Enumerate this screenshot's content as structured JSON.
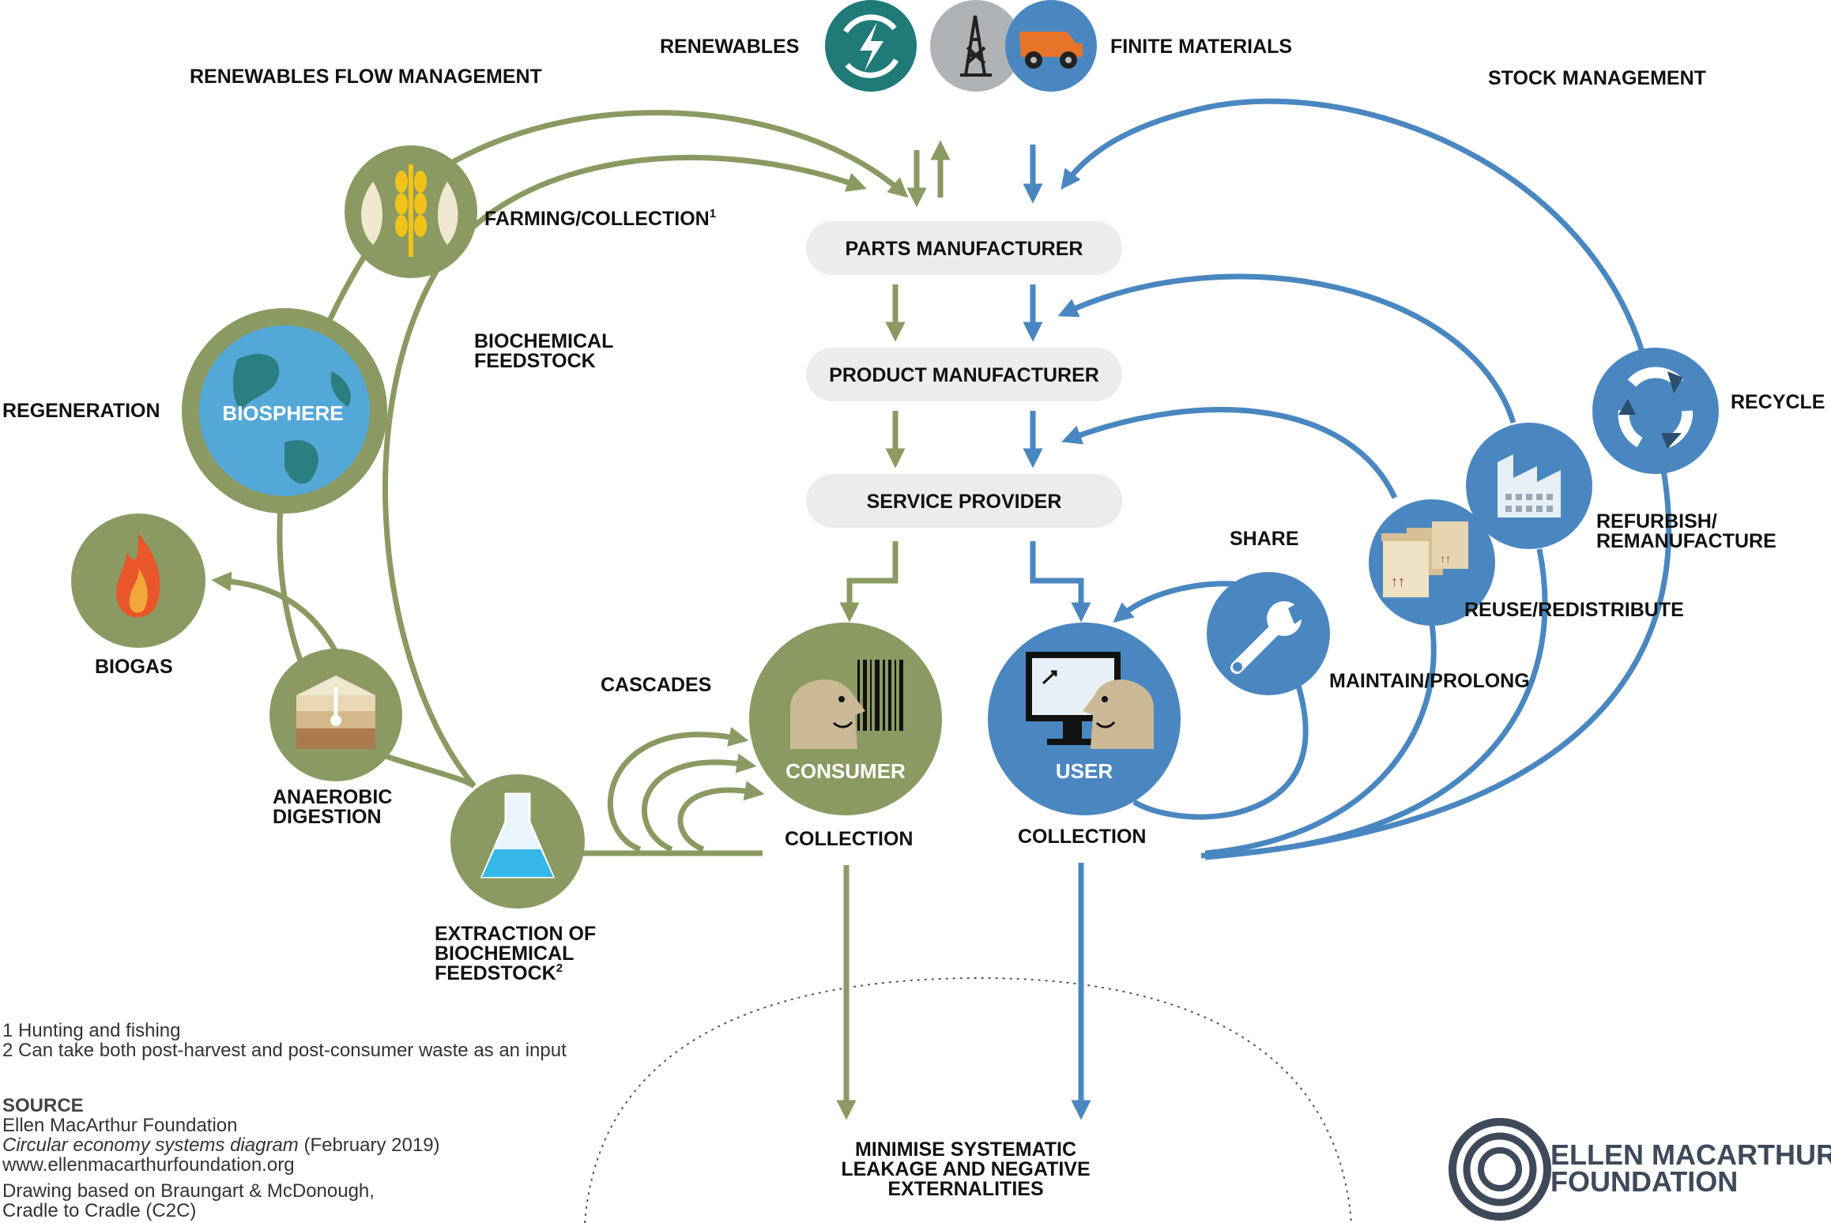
{
  "diagram": {
    "top": {
      "renewables": "RENEWABLES",
      "finite_materials": "FINITE MATERIALS",
      "renewables_flow_management": "RENEWABLES FLOW MANAGEMENT",
      "stock_management": "STOCK MANAGEMENT"
    },
    "chain": {
      "parts_manufacturer": "PARTS MANUFACTURER",
      "product_manufacturer": "PRODUCT MANUFACTURER",
      "service_provider": "SERVICE PROVIDER"
    },
    "biological": {
      "farming_collection": "FARMING/COLLECTION",
      "farming_note_mark": "1",
      "biochemical_feedstock_line1": "BIOCHEMICAL",
      "biochemical_feedstock_line2": "FEEDSTOCK",
      "regeneration": "REGENERATION",
      "biosphere": "BIOSPHERE",
      "biogas": "BIOGAS",
      "anaerobic_line1": "ANAEROBIC",
      "anaerobic_line2": "DIGESTION",
      "extraction_line1": "EXTRACTION OF",
      "extraction_line2": "BIOCHEMICAL",
      "extraction_line3": "FEEDSTOCK",
      "extraction_note_mark": "2",
      "cascades": "CASCADES",
      "consumer": "CONSUMER",
      "consumer_collection": "COLLECTION"
    },
    "technical": {
      "user": "USER",
      "user_collection": "COLLECTION",
      "share": "SHARE",
      "maintain_prolong": "MAINTAIN/PROLONG",
      "reuse_redistribute": "REUSE/REDISTRIBUTE",
      "refurbish_line1": "REFURBISH/",
      "refurbish_line2": "REMANUFACTURE",
      "recycle": "RECYCLE"
    },
    "leakage": {
      "line1": "MINIMISE SYSTEMATIC",
      "line2": "LEAKAGE AND NEGATIVE",
      "line3": "EXTERNALITIES"
    }
  },
  "footnotes": {
    "note1": "1 Hunting and fishing",
    "note2": "2 Can take both post-harvest and post-consumer waste as an input"
  },
  "source": {
    "heading": "SOURCE",
    "org": "Ellen MacArthur Foundation",
    "title": "Circular economy systems diagram",
    "date": " (February 2019)",
    "url": "www.ellenmacarthurfoundation.org",
    "drawing_line1": "Drawing based on Braungart & McDonough,",
    "drawing_line2": "Cradle to Cradle (C2C)"
  },
  "logo": {
    "line1": "ELLEN MACARTHUR",
    "line2": "FOUNDATION"
  },
  "colors": {
    "biological_green": "#8a9a62",
    "technical_blue": "#4a87c0",
    "renewables_teal": "#1f7a78",
    "finite_grey": "#b0b3b6",
    "chain_box_grey": "#ececea",
    "logo_slate": "#3e4a5a"
  },
  "icons": [
    "lightning-icon",
    "oil-derrick-icon",
    "mining-truck-icon",
    "crops-fish-icon",
    "globe-icon",
    "flame-icon",
    "soil-layers-icon",
    "flask-icon",
    "person-barcode-icon",
    "person-computer-icon",
    "wrench-icon",
    "boxes-icon",
    "factory-icon",
    "recycle-icon"
  ]
}
